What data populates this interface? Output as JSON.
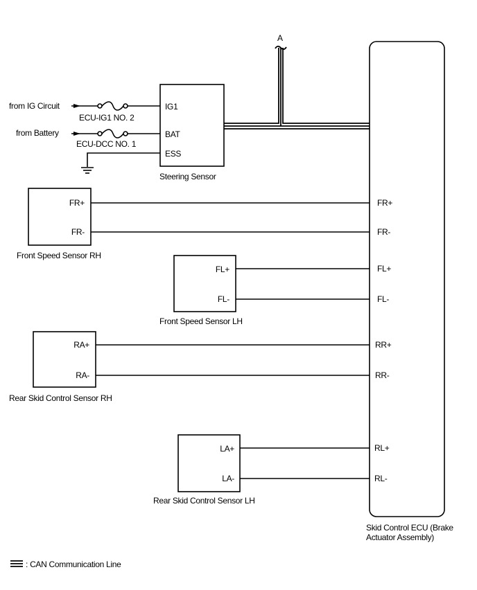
{
  "colors": {
    "line": "#000000",
    "background": "#ffffff"
  },
  "connector_A": "A",
  "steering": {
    "label": "Steering Sensor",
    "pins": {
      "ig1": "IG1",
      "bat": "BAT",
      "ess": "ESS"
    },
    "ig_source": "from IG Circuit",
    "bat_source": "from Battery",
    "fuse_ig": "ECU-IG1 NO. 2",
    "fuse_bat": "ECU-DCC NO. 1"
  },
  "ecu": {
    "label_line1": "Skid Control ECU (Brake",
    "label_line2": "Actuator Assembly)"
  },
  "sensors": [
    {
      "label": "Front Speed Sensor RH",
      "pin_plus": "FR+",
      "pin_minus": "FR-",
      "ecu_plus": "FR+",
      "ecu_minus": "FR-"
    },
    {
      "label": "Front Speed Sensor LH",
      "pin_plus": "FL+",
      "pin_minus": "FL-",
      "ecu_plus": "FL+",
      "ecu_minus": "FL-"
    },
    {
      "label": "Rear Skid Control Sensor RH",
      "pin_plus": "RA+",
      "pin_minus": "RA-",
      "ecu_plus": "RR+",
      "ecu_minus": "RR-"
    },
    {
      "label": "Rear Skid Control Sensor LH",
      "pin_plus": "LA+",
      "pin_minus": "LA-",
      "ecu_plus": "RL+",
      "ecu_minus": "RL-"
    }
  ],
  "legend": {
    "can_label": ": CAN Communication Line"
  }
}
